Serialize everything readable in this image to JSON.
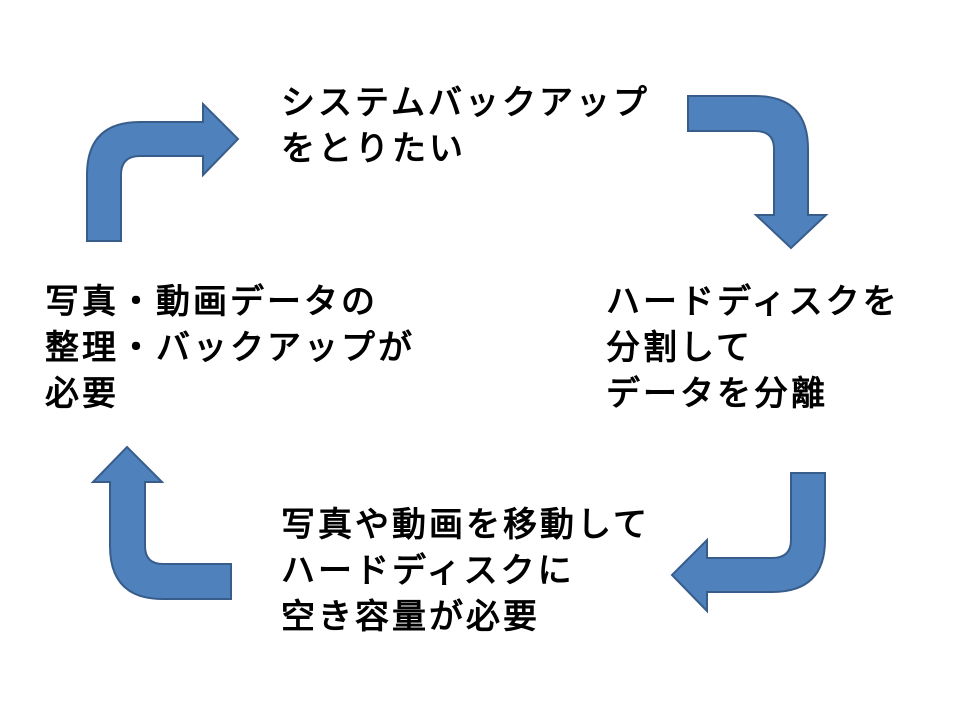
{
  "diagram": {
    "type": "cycle",
    "direction": "clockwise",
    "colors": {
      "arrow_fill": "#4F81BD",
      "arrow_stroke": "#385D8A",
      "text": "#000000",
      "background": "#FFFFFF"
    },
    "nodes": [
      {
        "id": "top",
        "lines": [
          "システムバックアップ",
          "をとりたい"
        ]
      },
      {
        "id": "right",
        "lines": [
          "ハードディスクを",
          "分割して",
          "データを分離"
        ]
      },
      {
        "id": "bottom",
        "lines": [
          "写真や動画を移動して",
          "ハードディスクに",
          "空き容量が必要"
        ]
      },
      {
        "id": "left",
        "lines": [
          "写真・動画データの",
          "整理・バックアップが",
          "必要"
        ]
      }
    ],
    "arrows": [
      {
        "from": "left",
        "to": "top",
        "shape": "bent-arrow-up-right"
      },
      {
        "from": "top",
        "to": "right",
        "shape": "bent-arrow-right-down"
      },
      {
        "from": "right",
        "to": "bottom",
        "shape": "bent-arrow-down-left"
      },
      {
        "from": "bottom",
        "to": "left",
        "shape": "bent-arrow-left-up"
      }
    ]
  }
}
